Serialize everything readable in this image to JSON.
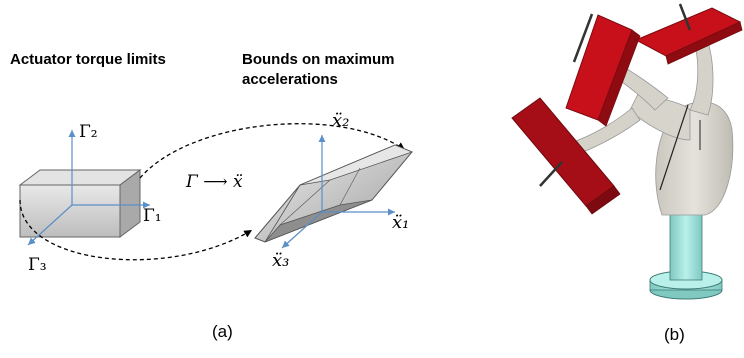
{
  "panel_a": {
    "heading_left": "Actuator torque limits",
    "heading_right_line1": "Bounds on maximum",
    "heading_right_line2": "accelerations",
    "caption": "(a)",
    "left_axes": {
      "y": "Γ₂",
      "x": "Γ₁",
      "z": "Γ₃"
    },
    "mapping_text": "Γ ⟶ ẍ",
    "right_axes": {
      "y": "ẍ₂",
      "x": "ẍ₁",
      "z": "ẍ₃"
    }
  },
  "panel_b": {
    "caption": "(b)"
  },
  "colors": {
    "axis": "#5b8fc7",
    "box_face": "#d9d9d9",
    "robot_body": "#dcdad2",
    "paddle_red": "#c8101a",
    "base_teal": "#a8e6df"
  }
}
